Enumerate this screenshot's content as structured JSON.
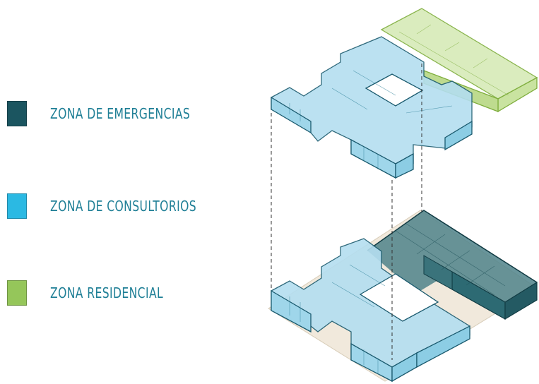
{
  "legend": {
    "items": [
      {
        "label": "ZONA DE EMERGENCIAS",
        "color": "#1b5560"
      },
      {
        "label": "ZONA DE CONSULTORIOS",
        "color": "#2bb9e3"
      },
      {
        "label": "ZONA RESIDENCIAL",
        "color": "#95c65a"
      }
    ]
  },
  "colors": {
    "emergencias_fill": "#2d6a73",
    "consultorios_fill": "#9fd6ea",
    "consultorios_stroke": "#1a5a6e",
    "residencial_fill": "#c9e3a0",
    "residencial_stroke": "#7fae3d",
    "base_fill": "#f1e9dc",
    "dashed_line": "#333333"
  }
}
